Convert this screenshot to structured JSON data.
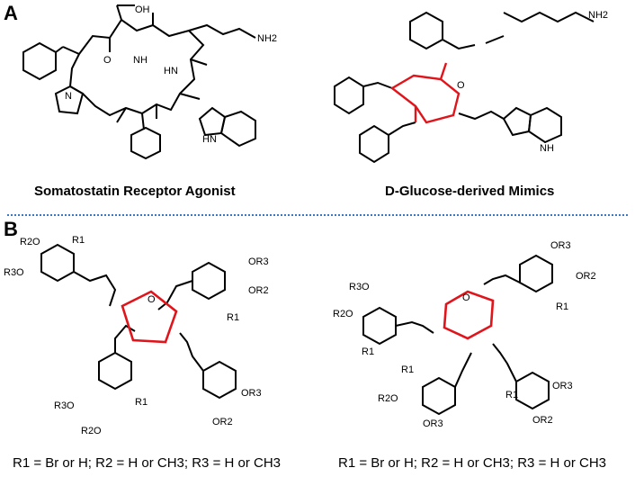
{
  "panel_a": {
    "label": "A",
    "left_caption": "Somatostatin Receptor Agonist",
    "right_caption": "D-Glucose-derived Mimics",
    "atoms": {
      "oh": "OH",
      "o": "O",
      "nh": "NH",
      "hn": "HN",
      "nh2": "NH2",
      "n": "N"
    }
  },
  "panel_b": {
    "label": "B",
    "left_def": "R1 = Br or H; R2 = H or CH3; R3 = H or CH3",
    "right_def": "R1 = Br or H; R2 = H or CH3; R3 = H or CH3",
    "atoms": {
      "r1": "R1",
      "or2": "OR2",
      "or3": "OR3",
      "r2o": "R2O",
      "r3o": "R3O",
      "o": "O"
    }
  },
  "colors": {
    "divider": "#3a78c4",
    "highlight": "#e0141b",
    "ink": "#000000"
  }
}
